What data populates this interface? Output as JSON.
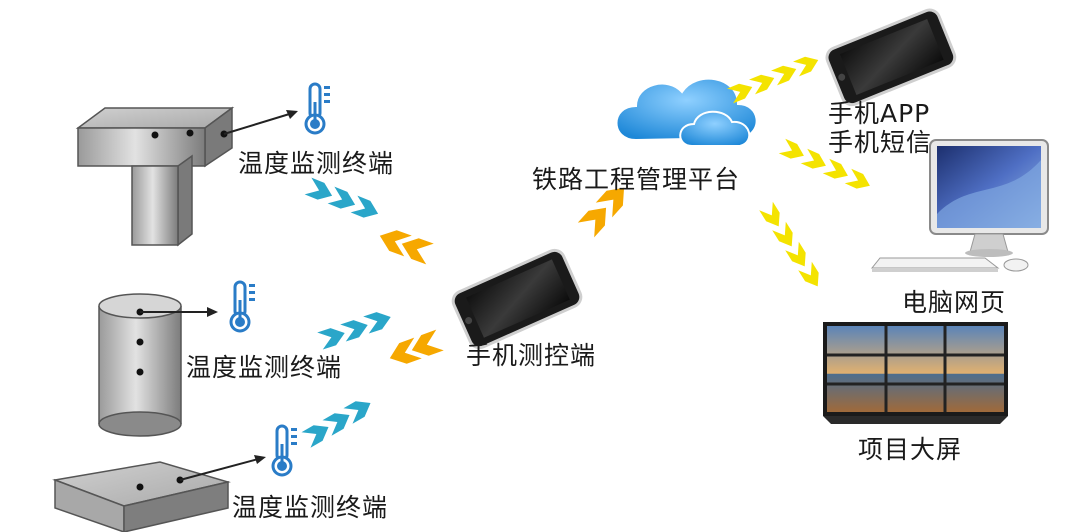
{
  "nodes": {
    "sensor_1": "温度监测终端",
    "sensor_2": "温度监测终端",
    "sensor_3": "温度监测终端",
    "phone_controller": "手机测控端",
    "platform": "铁路工程管理平台",
    "mobile_app": "手机APP",
    "mobile_sms": "手机短信",
    "web_page": "电脑网页",
    "big_screen": "项目大屏"
  },
  "colors": {
    "arrow_teal": "#2aa6c9",
    "arrow_orange": "#f6a800",
    "arrow_yellow": "#f4e300",
    "cloud_blue": "#2e9ee6",
    "structure_gray": "#8f8f8f",
    "thermometer_blue": "#2a7cc7"
  },
  "icons": [
    "thermometer-icon",
    "cloud-icon",
    "smartphone-icon",
    "desktop-computer-icon",
    "video-wall-icon"
  ]
}
